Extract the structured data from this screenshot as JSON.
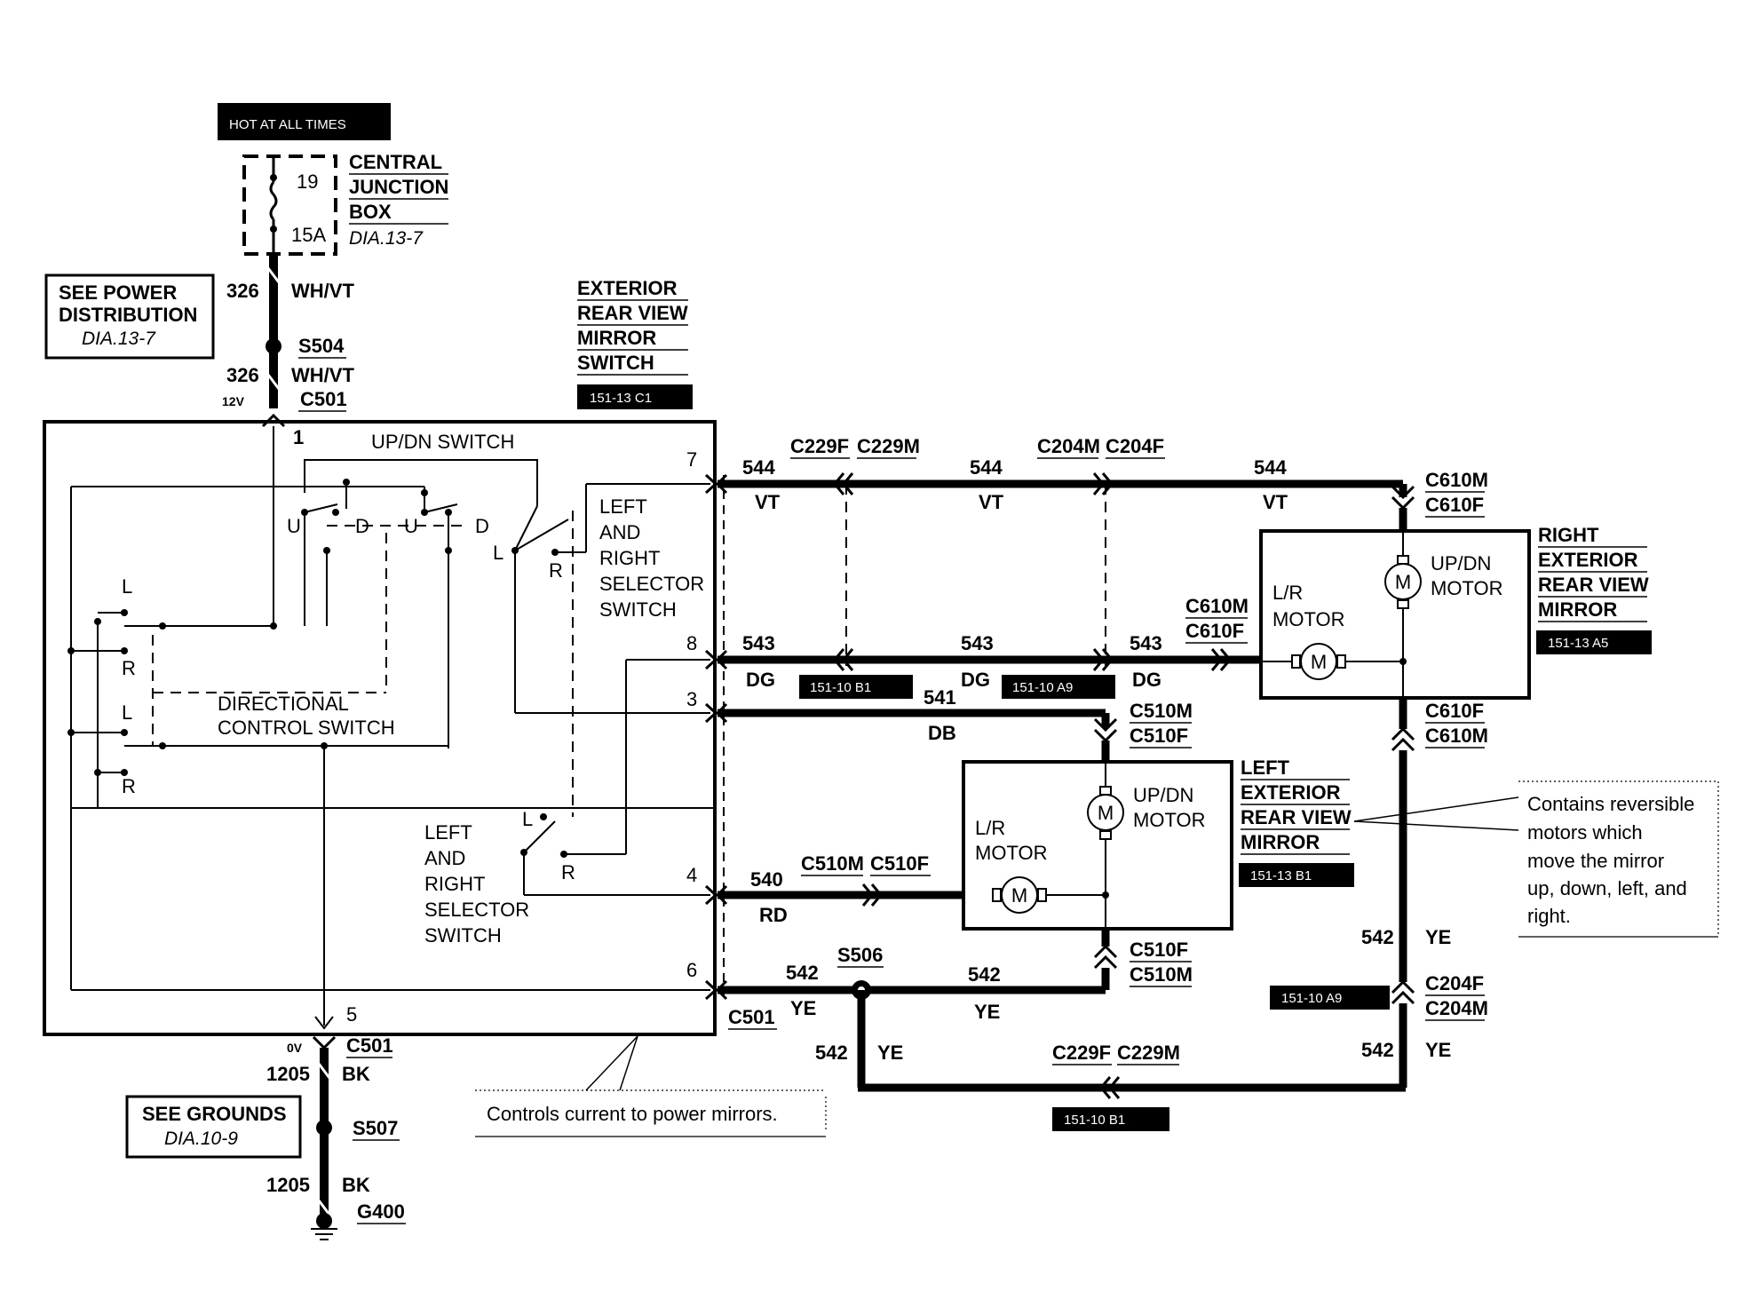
{
  "labels": {
    "hot": "HOT AT ALL TIMES",
    "cjb": [
      "CENTRAL",
      "JUNCTION",
      "BOX"
    ],
    "cjb_dia": "DIA.13-7",
    "fuse_num": "19",
    "fuse_amp": "15A",
    "see_power": [
      "SEE POWER",
      "DISTRIBUTION"
    ],
    "see_power_dia": "DIA.13-7",
    "w326": "326",
    "whvt": "WH/VT",
    "s504": "S504",
    "v12": "12V",
    "c501": "C501",
    "switch_title": [
      "EXTERIOR",
      "REAR VIEW",
      "MIRROR",
      "SWITCH"
    ],
    "ref_switch": "151-13 C1",
    "updn_switch": "UP/DN SWITCH",
    "dir_switch": [
      "DIRECTIONAL",
      "CONTROL SWITCH"
    ],
    "lr_selector": [
      "LEFT",
      "AND",
      "RIGHT",
      "SELECTOR",
      "SWITCH"
    ],
    "pins": [
      "1",
      "7",
      "8",
      "3",
      "4",
      "6",
      "5"
    ],
    "u": "U",
    "d": "D",
    "l": "L",
    "r": "R",
    "w544": "544",
    "vt": "VT",
    "w543": "543",
    "dg": "DG",
    "w541": "541",
    "db": "DB",
    "w540": "540",
    "rd": "RD",
    "w542": "542",
    "ye": "YE",
    "s506": "S506",
    "c229f": "C229F",
    "c229m": "C229M",
    "c204m": "C204M",
    "c204f": "C204F",
    "c610m": "C610M",
    "c610f": "C610F",
    "c510m": "C510M",
    "c510f": "C510F",
    "ref_b1": "151-10 B1",
    "ref_a9": "151-10 A9",
    "right_mirror": [
      "RIGHT",
      "EXTERIOR",
      "REAR VIEW",
      "MIRROR"
    ],
    "ref_right": "151-13 A5",
    "left_mirror": [
      "LEFT",
      "EXTERIOR",
      "REAR VIEW",
      "MIRROR"
    ],
    "ref_left": "151-13 B1",
    "updn_motor": [
      "UP/DN",
      "MOTOR"
    ],
    "lr_motor": [
      "L/R",
      "MOTOR"
    ],
    "m": "M",
    "note_right": [
      "Contains reversible",
      "motors which",
      "move the mirror",
      "up, down, left, and",
      "right."
    ],
    "note_bottom": "Controls current to power mirrors.",
    "v0": "0V",
    "w1205": "1205",
    "bk": "BK",
    "see_grounds": "SEE GROUNDS",
    "see_grounds_dia": "DIA.10-9",
    "s507": "S507",
    "g400": "G400"
  }
}
